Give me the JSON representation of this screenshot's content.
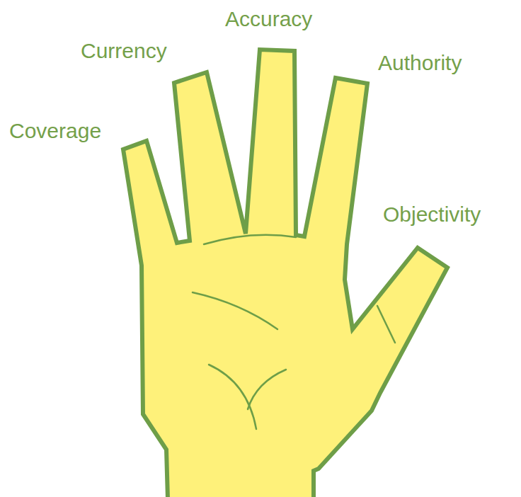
{
  "diagram": {
    "labels": [
      "Coverage",
      "Currency",
      "Accuracy",
      "Authority",
      "Objectivity"
    ]
  }
}
